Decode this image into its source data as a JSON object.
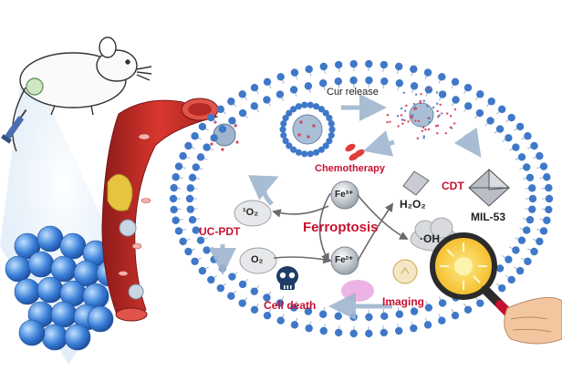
{
  "labels": {
    "cur_release": "Cur release",
    "chemotherapy": "Chemotherapy",
    "h2o2": "H₂O₂",
    "cdt": "CDT",
    "mil53": "MIL-53",
    "singlet_oxygen": "¹O₂",
    "fe3": "Fe³⁺",
    "fe2": "Fe²⁺",
    "uc_pdt": "UC-PDT",
    "ferroptosis": "Ferroptosis",
    "hydroxyl_radical": "·OH",
    "o2": "O₂",
    "cell_death": "Cell death",
    "imaging": "Imaging"
  },
  "colors": {
    "membrane": "#3f78c8",
    "accent_red": "#c8102e",
    "vessel": "#c62828",
    "tumor": "#3a7fd8"
  },
  "icons": [
    "mouse-icon",
    "syringe-icon",
    "tumor-cluster-icon",
    "blood-vessel-icon",
    "magnifier-icon",
    "hand-icon",
    "skull-icon",
    "cloud-icon",
    "octahedron-icon"
  ]
}
